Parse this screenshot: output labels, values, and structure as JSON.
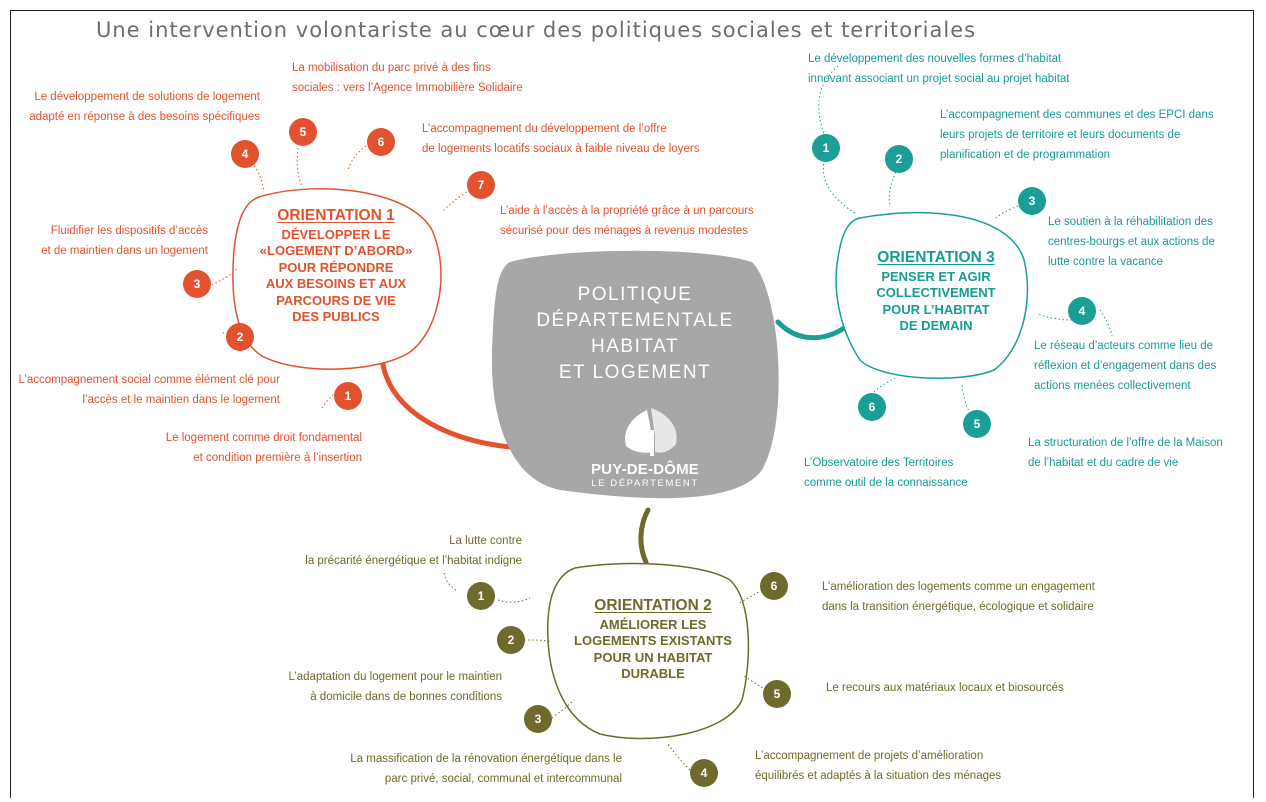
{
  "title": "Une intervention volontariste au cœur des politiques sociales et territoriales",
  "center": {
    "lines": [
      "POLITIQUE",
      "DÉPARTEMENTALE",
      "HABITAT",
      "ET LOGEMENT"
    ],
    "logo_name": "PUY-DE-DÔME",
    "logo_sub": "LE DÉPARTEMENT"
  },
  "colors": {
    "red": "#e2522e",
    "teal": "#169b95",
    "olive": "#6f6a2c",
    "center": "#a7a7a7"
  },
  "orientation1": {
    "heading": "ORIENTATION 1",
    "lines": [
      "DÉVELOPPER LE",
      "«LOGEMENT D’ABORD»",
      "POUR RÉPONDRE",
      "AUX BESOINS ET AUX",
      "PARCOURS DE VIE",
      "DES PUBLICS"
    ],
    "items": [
      {
        "num": "1",
        "lines": [
          "Le logement comme droit fondamental",
          "et condition première à l’insertion"
        ]
      },
      {
        "num": "2",
        "lines": [
          "L’accompagnement social comme élément clé pour",
          "l’accès et le maintien dans le logement"
        ]
      },
      {
        "num": "3",
        "lines": [
          "Fluidifier les dispositifs d’accès",
          "et de maintien dans un logement"
        ]
      },
      {
        "num": "4",
        "lines": [
          "Le développement de solutions de logement",
          "adapté en réponse à des besoins spécifiques"
        ]
      },
      {
        "num": "5",
        "lines": [
          "La mobilisation du parc privé à des fins",
          "sociales : vers l’Agence Immobilière Solidaire"
        ]
      },
      {
        "num": "6",
        "lines": [
          "L’accompagnement du développement de l’offre",
          "de logements locatifs sociaux à faible niveau de loyers"
        ]
      },
      {
        "num": "7",
        "lines": [
          "L’aide à l’accès à la propriété grâce à un parcours",
          "sécurisé pour des ménages à revenus modestes"
        ]
      }
    ]
  },
  "orientation2": {
    "heading": "ORIENTATION 2",
    "lines": [
      "AMÉLIORER LES",
      "LOGEMENTS EXISTANTS",
      "POUR UN HABITAT",
      "DURABLE"
    ],
    "items": [
      {
        "num": "1",
        "lines": [
          "La lutte contre",
          "la précarité énergétique et l’habitat indigne"
        ]
      },
      {
        "num": "2",
        "lines": [
          "L’adaptation du logement pour le maintien",
          "à domicile dans de bonnes conditions"
        ]
      },
      {
        "num": "3",
        "lines": [
          "La massification de la rénovation énergétique dans le",
          "parc privé, social, communal et intercommunal"
        ]
      },
      {
        "num": "4",
        "lines": [
          "L’accompagnement de projets d’amélioration",
          "équilibrés et adaptés à la situation des ménages"
        ]
      },
      {
        "num": "5",
        "lines": [
          "Le recours aux matériaux locaux et biosourcés"
        ]
      },
      {
        "num": "6",
        "lines": [
          "L’amélioration des logements comme un engagement",
          "dans la transition énergétique, écologique et solidaire"
        ]
      }
    ]
  },
  "orientation3": {
    "heading": "ORIENTATION 3",
    "lines": [
      "PENSER ET AGIR",
      "COLLECTIVEMENT",
      "POUR L’HABITAT",
      "DE DEMAIN"
    ],
    "items": [
      {
        "num": "1",
        "lines": [
          "Le développement des nouvelles formes d’habitat",
          "innovant associant un projet social au projet habitat"
        ]
      },
      {
        "num": "2",
        "lines": [
          "L’accompagnement des communes et des EPCI dans",
          "leurs projets de territoire et leurs documents de",
          "planification et de programmation"
        ]
      },
      {
        "num": "3",
        "lines": [
          "Le soutien à la réhabilitation des",
          "centres-bourgs et aux actions de",
          "lutte contre la vacance"
        ]
      },
      {
        "num": "4",
        "lines": [
          "Le réseau d’acteurs comme lieu de",
          "réflexion  et d’engagement dans des",
          "actions menées collectivement"
        ]
      },
      {
        "num": "5",
        "lines": [
          "La structuration de l’offre de la Maison",
          "de l’habitat et du cadre de vie"
        ]
      },
      {
        "num": "6",
        "lines": [
          "L’Observatoire des Territoires",
          "comme outil de la connaissance"
        ]
      }
    ]
  }
}
